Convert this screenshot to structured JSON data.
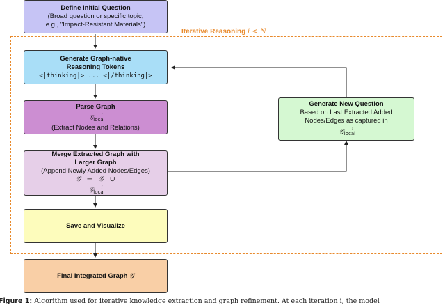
{
  "loop": {
    "label": "Iterative Reasoning",
    "condition": "i < N"
  },
  "define": {
    "title": "Define Initial Question",
    "line1": "(Broad question or specific topic,",
    "line2": "e.g., \"Impact-Resistant Materials\")",
    "color": "#c6c4f5"
  },
  "generate_tokens": {
    "title1": "Generate Graph-native",
    "title2": "Reasoning Tokens",
    "tokens": "<|thinking|> ... <|/thinking|>",
    "color": "#a9def7"
  },
  "parse": {
    "title": "Parse Graph",
    "symbol": "𝒢",
    "symbol_sub": "local",
    "symbol_sup": "i",
    "detail": "(Extract Nodes and Relations)",
    "color": "#cc8ed2"
  },
  "merge": {
    "title1": "Merge Extracted Graph with",
    "title2": "Larger Graph",
    "detail": "(Append Newly Added Nodes/Edges)",
    "eq_lhs": "𝒢",
    "eq_arrow": "←",
    "eq_rhs": "𝒢 ∪ 𝒢",
    "eq_sub": "local",
    "eq_sup": "i",
    "color": "#e6cfe8"
  },
  "save": {
    "title": "Save and Visualize",
    "color": "#fdfcbc"
  },
  "final": {
    "title": "Final Integrated Graph",
    "symbol": "𝒢",
    "color": "#f9cfa6"
  },
  "new_question": {
    "title": "Generate New Question",
    "line1": "Based on Last Extracted Added",
    "line2": "Nodes/Edges as captured in",
    "symbol": "𝒢",
    "symbol_sub": "local",
    "symbol_sup": "i",
    "color": "#d5f8d2"
  },
  "caption": {
    "label": "Figure 1:",
    "text": "Algorithm used for iterative knowledge extraction and graph refinement. At each iteration i, the model"
  }
}
